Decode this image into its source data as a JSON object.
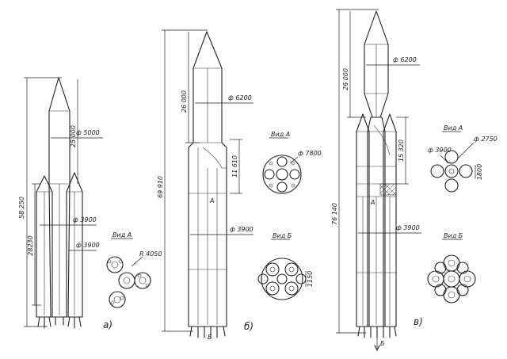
{
  "variants": [
    {
      "letter": "а)",
      "total_length": "58 250",
      "core_stage_length": "28230",
      "fairing_length": "25 000",
      "fairing_diameter": "ф 5000",
      "core_diameter": "ф 3900",
      "booster_diameter": "ф 3900",
      "view_label": "Вид А",
      "view_radius": "R 4050"
    },
    {
      "letter": "б)",
      "total_length": "69 910",
      "fairing_length": "26 000",
      "fairing_diameter": "ф 6200",
      "section_length": "11 610",
      "core_diameter": "ф 3900",
      "marker_a": "А",
      "marker_b": "Б",
      "view_a_label": "Вид А",
      "view_a_diameter": "ф 7800",
      "view_b_label": "Вид Б",
      "view_b_dim": "1150"
    },
    {
      "letter": "в)",
      "total_length": "76 140",
      "fairing_length": "26 000",
      "fairing_diameter": "ф 6200",
      "section_length": "15 320",
      "core_diameter": "ф 3900",
      "marker_a": "А",
      "marker_b": "Б",
      "view_a_label": "Вид А",
      "view_a_diameter_1": "ф 3900",
      "view_a_diameter_2": "ф 2750",
      "view_a_dim": "1800",
      "view_b_label": "Вид Б"
    }
  ]
}
